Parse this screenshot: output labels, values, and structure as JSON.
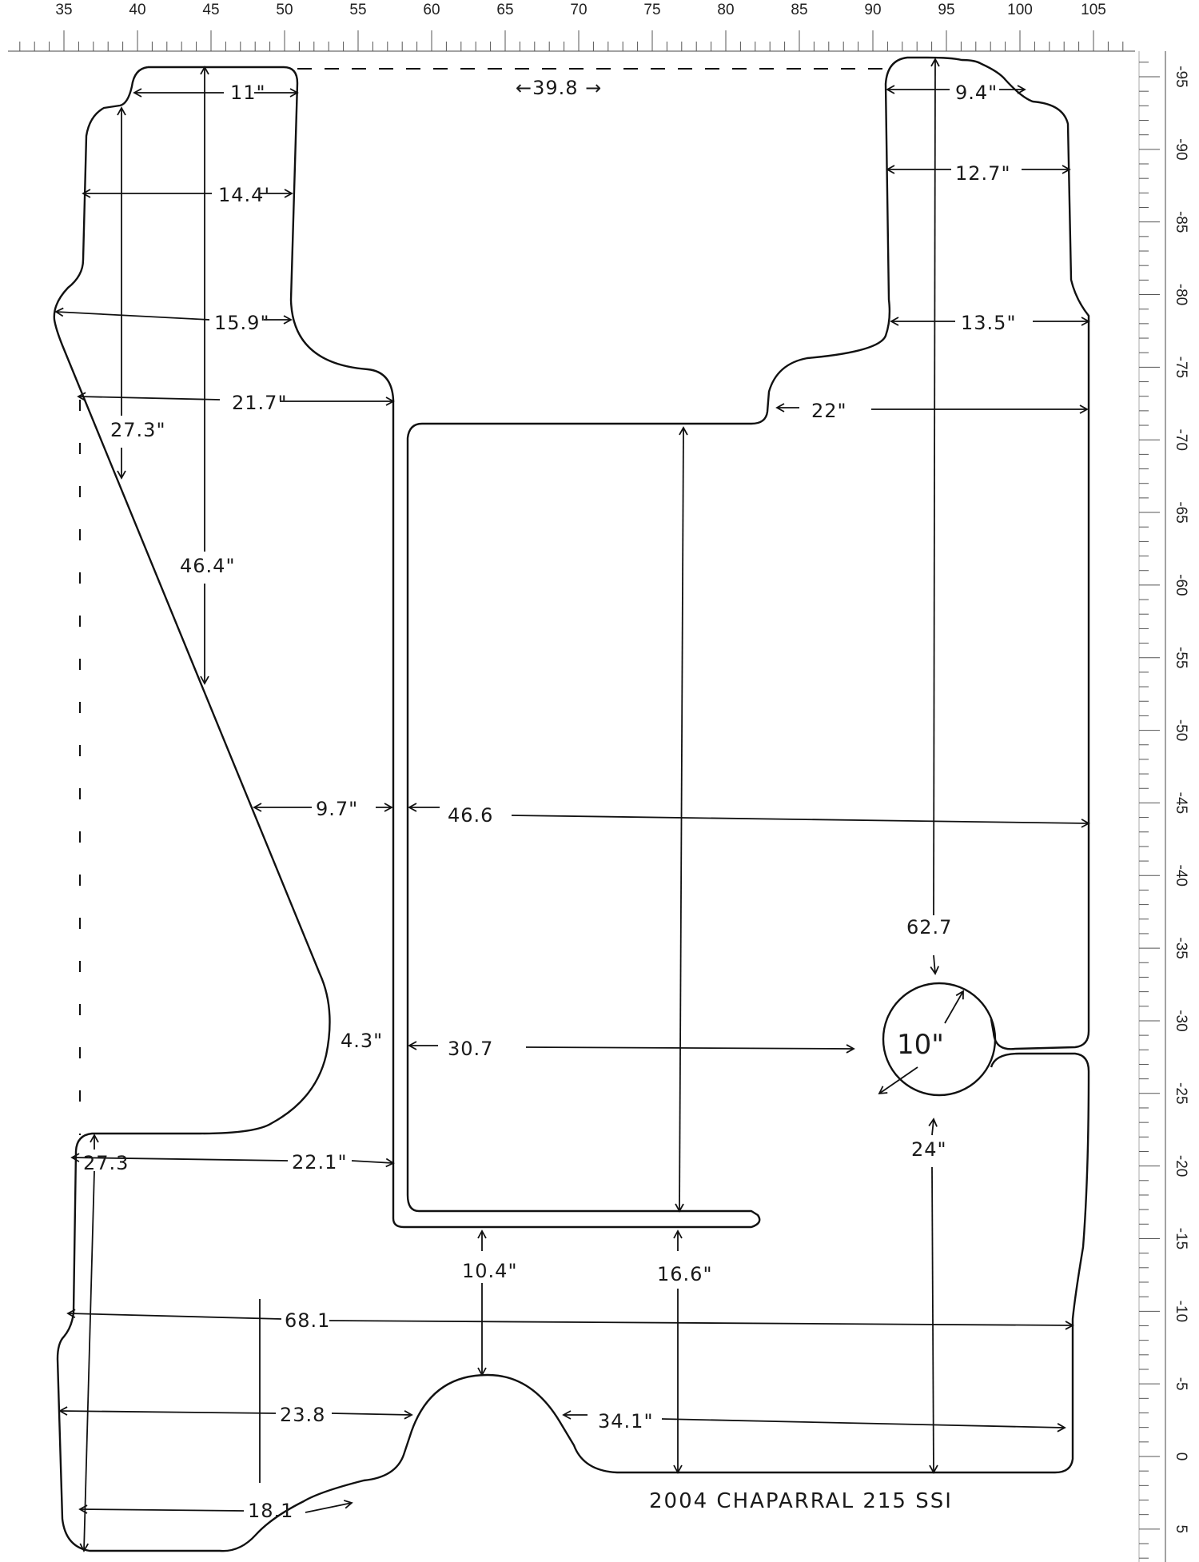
{
  "top_ruler": {
    "labels": [
      "35",
      "40",
      "45",
      "50",
      "55",
      "60",
      "65",
      "70",
      "75",
      "80",
      "85",
      "90",
      "95",
      "100",
      "105"
    ]
  },
  "side_ruler": {
    "labels": [
      "-95",
      "-90",
      "-85",
      "-80",
      "-75",
      "-70",
      "-65",
      "-60",
      "-55",
      "-50",
      "-45",
      "-40",
      "-35",
      "-30",
      "-25",
      "-20",
      "-15",
      "-10",
      "-5",
      "0",
      "5"
    ]
  },
  "dimensions": {
    "d_11": "11\"",
    "d_39_8": "←39.8 →",
    "d_9_4": "9.4\"",
    "d_14_4": "14.4'",
    "d_12_7": "12.7\"",
    "d_15_9": "15.9\"",
    "d_13_5": "13.5\"",
    "d_21_7": "21.7\"",
    "d_22": "22\"",
    "d_27_3_top": "27.3\"",
    "d_46_4": "46.4\"",
    "d_9_7": "9.7\"",
    "d_46_6": "46.6",
    "d_62_7": "62.7",
    "d_4_3": "4.3\"",
    "d_30_7": "30.7",
    "d_10": "10\"",
    "d_24": "24\"",
    "d_27_3_bottom": "27.3",
    "d_22_1": "22.1\"",
    "d_10_4": "10.4\"",
    "d_16_6": "16.6\"",
    "d_68_1": "68.1",
    "d_23_8": "23.8",
    "d_34_1": "34.1\"",
    "d_18_1": "18.1"
  },
  "title": "2004 CHAPARRAL 215 SSI"
}
